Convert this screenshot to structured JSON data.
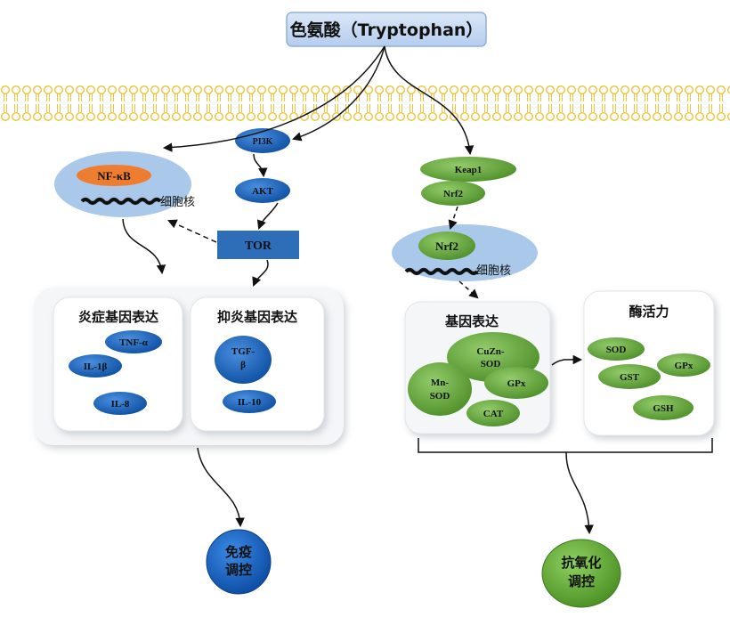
{
  "title": "色氨酸（Tryptophan）",
  "colors": {
    "membrane": "#f3c93e",
    "blue_node": "#1a5fb4",
    "green_node": "#6aa843",
    "nucleus": "#a9c8ea",
    "nfkb": "#ef7d30",
    "tor": "#2e6db8",
    "outcome_immune": "#1565c0",
    "outcome_antiox": "#5fa02f"
  },
  "left": {
    "nucleus_label": "细胞核",
    "nfkb": "NF-κB",
    "pi3k": "PI3K",
    "akt": "AKT",
    "tor": "TOR",
    "inflammatory": {
      "title": "炎症基因表达",
      "genes": [
        "TNF-α",
        "IL-1β",
        "IL-8"
      ]
    },
    "anti_inflammatory": {
      "title": "抑炎基因表达",
      "genes": [
        "TGF-β",
        "IL-10"
      ]
    },
    "outcome": "免疫调控"
  },
  "right": {
    "keap1": "Keap1",
    "nrf2_top": "Nrf2",
    "nrf2_nucleus": "Nrf2",
    "nucleus_label": "细胞核",
    "gene_expression": {
      "title": "基因表达",
      "genes": [
        "CuZn-SOD",
        "Mn-SOD",
        "GPx",
        "CAT"
      ]
    },
    "enzyme_activity": {
      "title": "酶活力",
      "enzymes": [
        "SOD",
        "GST",
        "GPx",
        "GSH"
      ]
    },
    "outcome": "抗氧化调控"
  }
}
